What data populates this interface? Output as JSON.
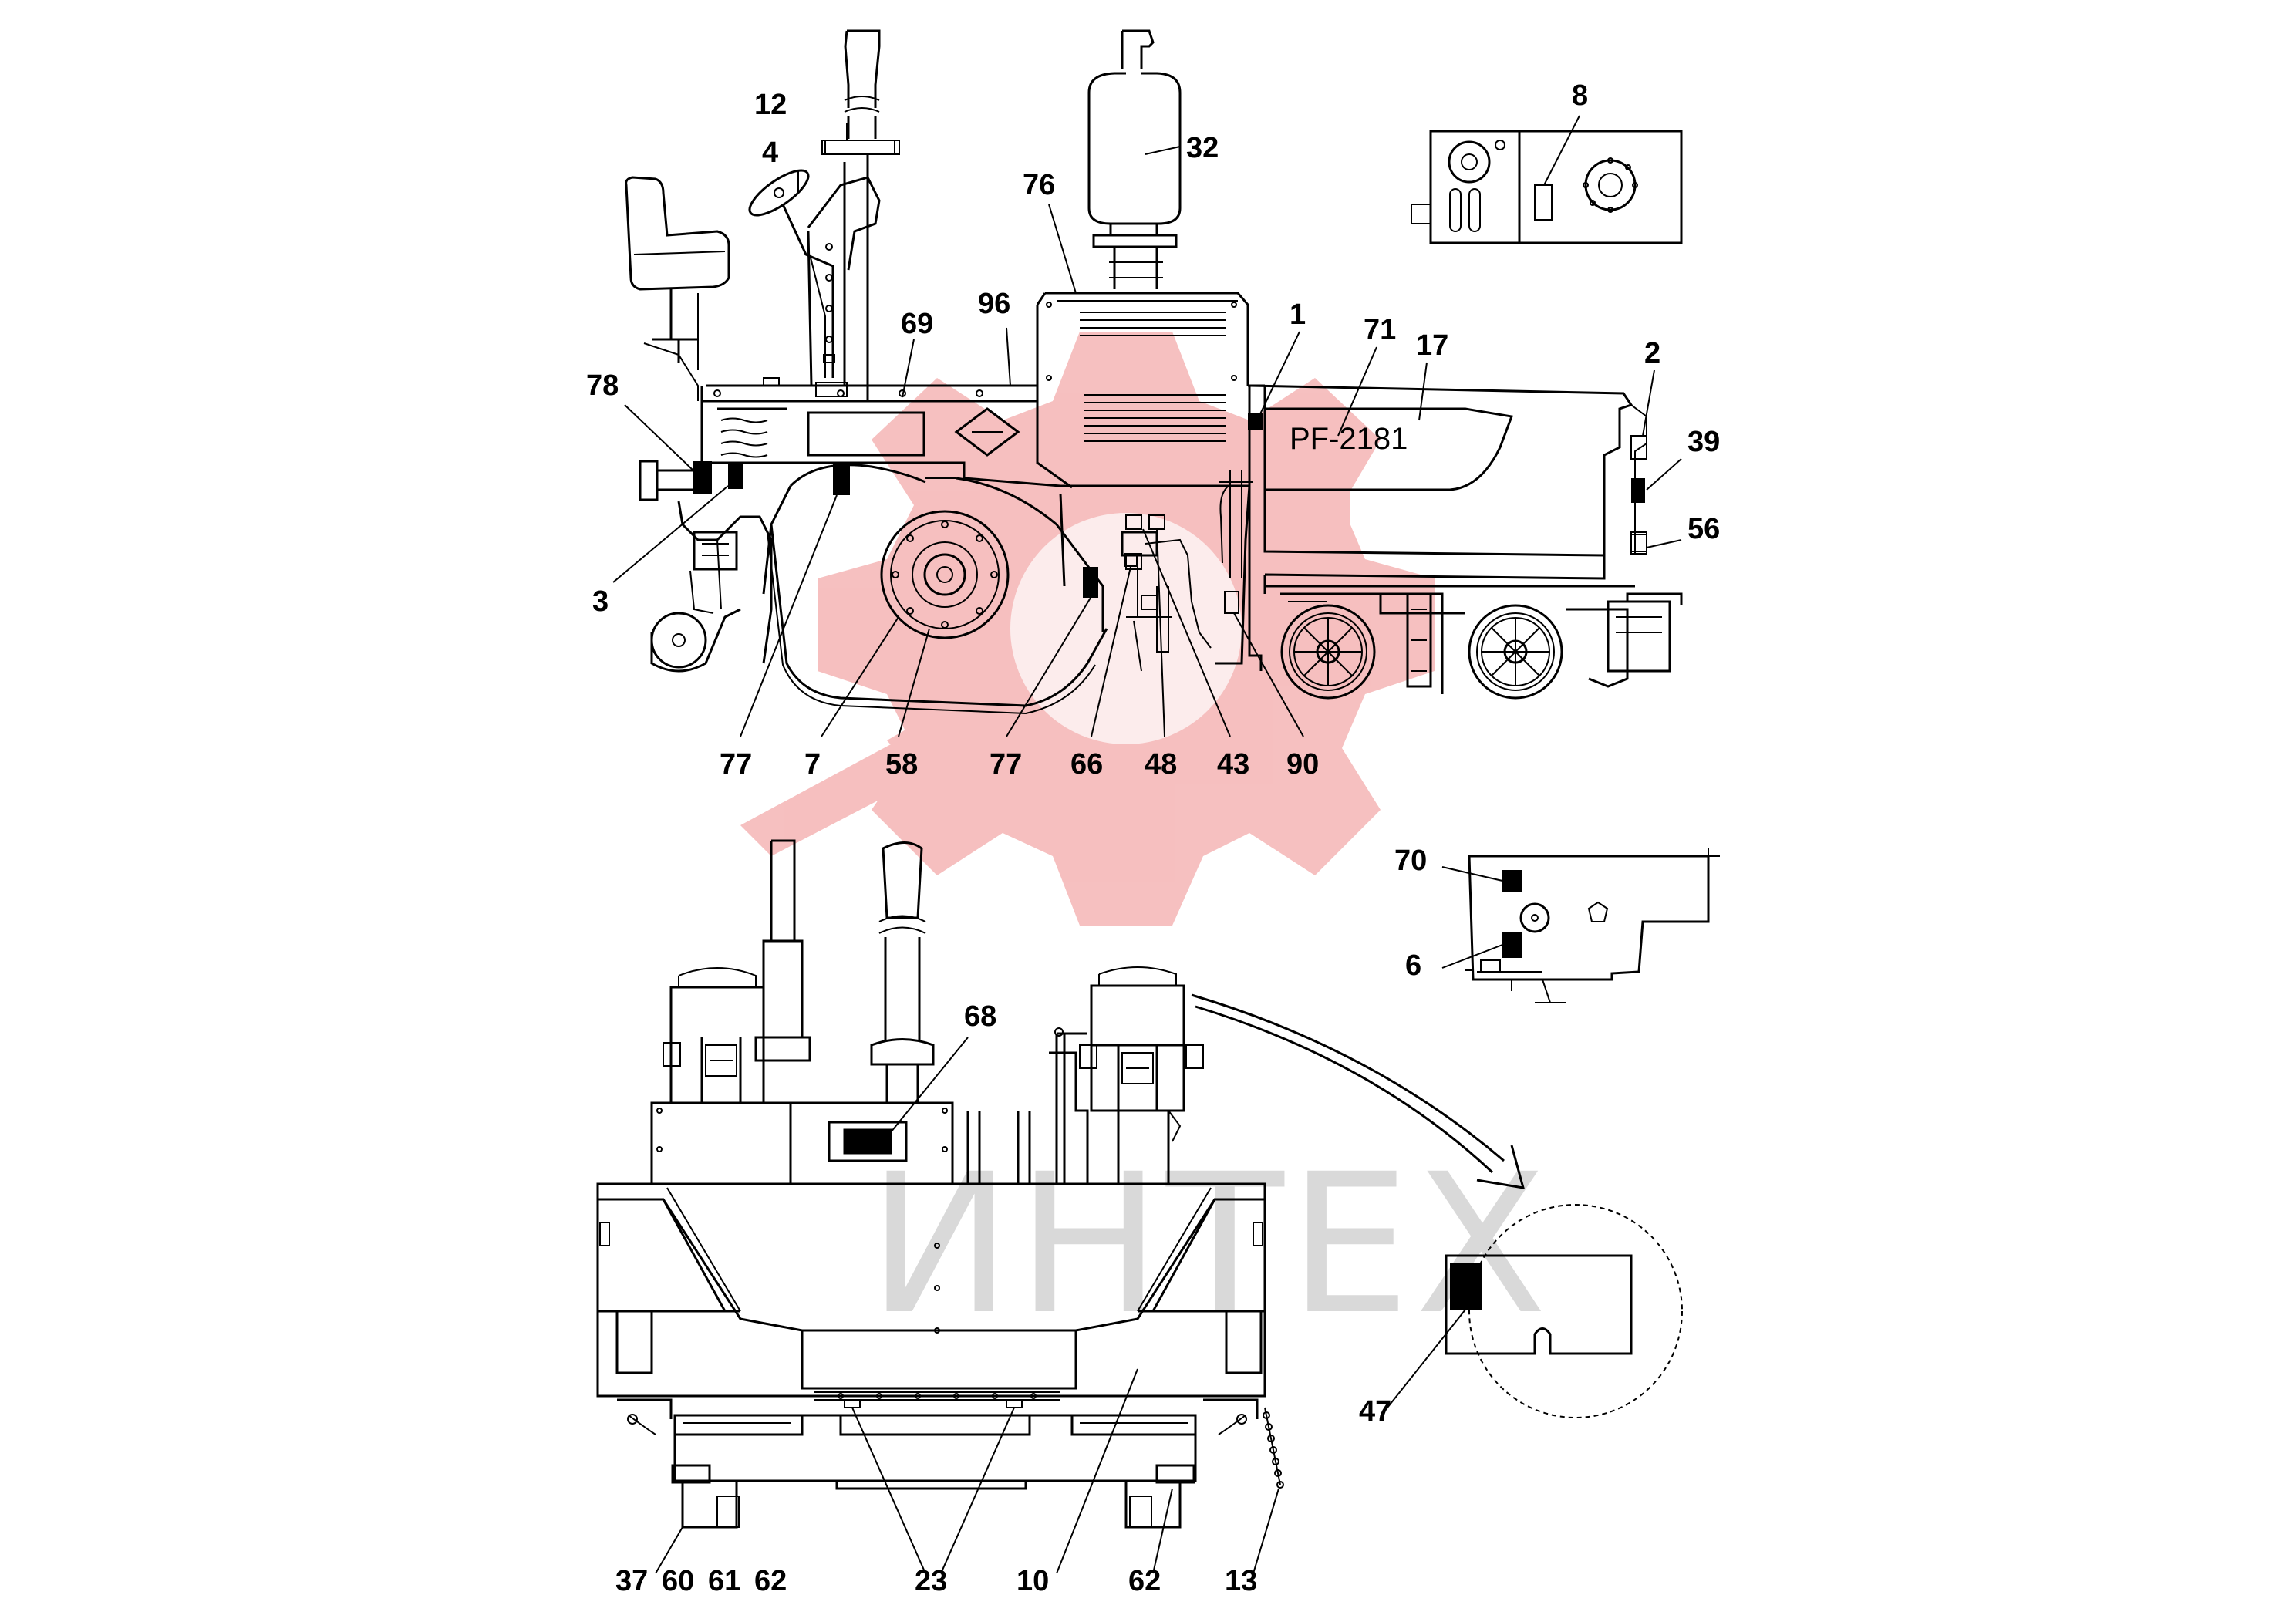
{
  "model_text": "PF-2181",
  "watermark": {
    "text": "ИНТЕХ",
    "logo_color": "#f5b5b5",
    "text_color": "#d9d9d9"
  },
  "callouts_top": [
    "12",
    "4",
    "32",
    "76",
    "96",
    "69",
    "1",
    "71",
    "17",
    "2",
    "39",
    "56",
    "78",
    "3",
    "77",
    "7",
    "58",
    "77",
    "66",
    "48",
    "43",
    "90",
    "8"
  ],
  "callouts_bottom": [
    "70",
    "6",
    "68",
    "47",
    "37",
    "60",
    "61",
    "62",
    "23",
    "10",
    "62",
    "13"
  ]
}
